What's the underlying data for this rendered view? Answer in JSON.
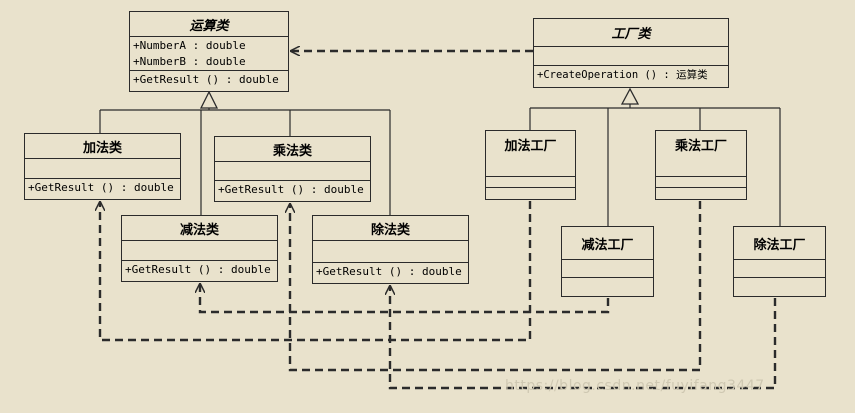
{
  "operation": {
    "name": "运算类",
    "attr_a": "+NumberA  : double",
    "attr_b": "+NumberB  : double",
    "method": "+GetResult () : double"
  },
  "factory": {
    "name": "工厂类",
    "method": "+CreateOperation () : 运算类"
  },
  "add": {
    "name": "加法类",
    "method": "+GetResult () : double"
  },
  "sub": {
    "name": "减法类",
    "method": "+GetResult () : double"
  },
  "mul": {
    "name": "乘法类",
    "method": "+GetResult () : double"
  },
  "div": {
    "name": "除法类",
    "method": "+GetResult () : double"
  },
  "add_factory": {
    "name": "加法工厂"
  },
  "sub_factory": {
    "name": "减法工厂"
  },
  "mul_factory": {
    "name": "乘法工厂"
  },
  "div_factory": {
    "name": "除法工厂"
  },
  "watermark": "https://blog.csdn.net/fuyifang3447"
}
